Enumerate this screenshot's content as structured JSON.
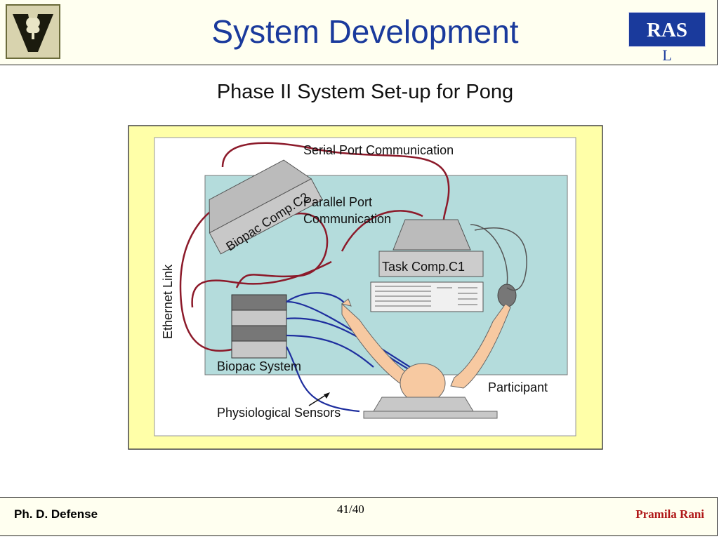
{
  "header": {
    "title": "System Development",
    "badge": "RAS",
    "badge_sub": "L"
  },
  "slide": {
    "subtitle": "Phase II System Set-up for Pong"
  },
  "diagram": {
    "serial_port": "Serial Port Communication",
    "parallel_port_line1": "Parallel Port",
    "parallel_port_line2": "Communication",
    "biopac_comp": "Biopac Comp.C2",
    "task_comp": "Task Comp.C1",
    "ethernet": "Ethernet Link",
    "biopac_system": "Biopac System",
    "participant": "Participant",
    "sensors": "Physiological Sensors"
  },
  "footer": {
    "left": "Ph. D. Defense",
    "page": "41/40",
    "right": "Pramila Rani"
  },
  "colors": {
    "title_blue": "#1a3a9c",
    "outer_frame": "#ffffa8",
    "room": "#b4dcdc",
    "cable_red": "#8c1a2a",
    "cable_blue": "#1e2e9e",
    "author_red": "#b01818"
  }
}
